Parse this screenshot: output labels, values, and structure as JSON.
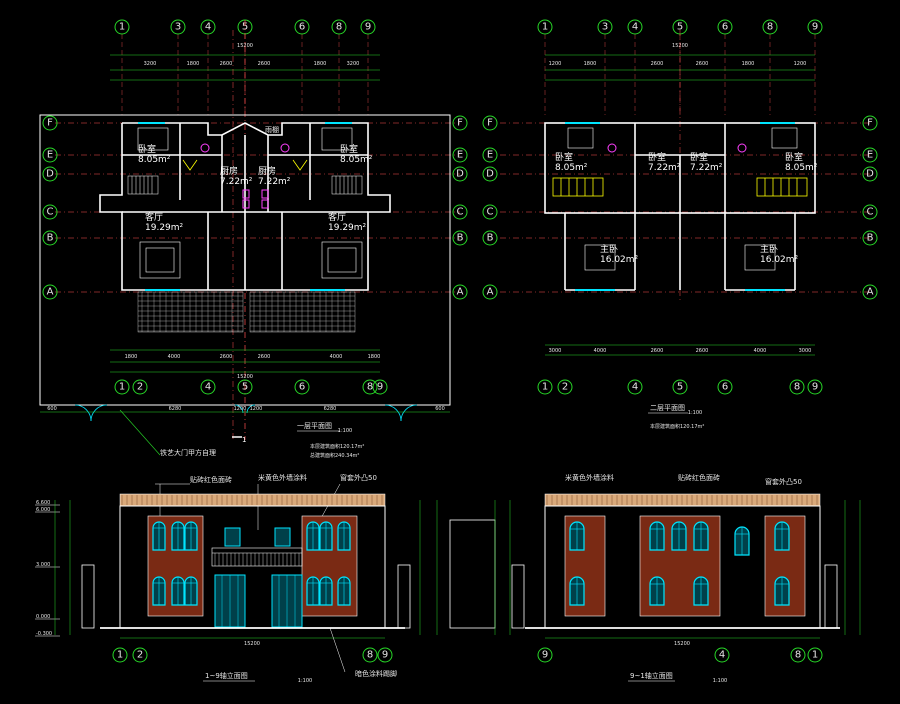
{
  "drawing": {
    "plan1": {
      "title": "一层平面图",
      "scale": "1:100",
      "area_1": "本层建筑面积120.17m²",
      "area_2": "总建筑面积240.34m²",
      "top_total": "15200",
      "top_dims": [
        "3200",
        "1800",
        "2600",
        "2600",
        "1800",
        "3200"
      ],
      "bottom_dims": [
        "1800",
        "4000",
        "2600",
        "2600",
        "4000",
        "1800"
      ],
      "bottom_total": "15200",
      "gate_dims": [
        "600",
        "6280",
        "1200",
        "1200",
        "6280",
        "600"
      ],
      "gate_note": "铁艺大门甲方自理",
      "axes_top": [
        "1",
        "3",
        "4",
        "5",
        "6",
        "8",
        "9"
      ],
      "axes_bottom": [
        "1",
        "2",
        "4",
        "5",
        "6",
        "8",
        "9"
      ],
      "rows": [
        "F",
        "E",
        "D",
        "C",
        "B",
        "A"
      ],
      "rooms": [
        {
          "name": "卧室",
          "area": "8.05m²"
        },
        {
          "name": "厨房",
          "area": "7.22m²"
        },
        {
          "name": "厨房",
          "area": "7.22m²"
        },
        {
          "name": "卧室",
          "area": "8.05m²"
        },
        {
          "name": "客厅",
          "area": "19.29m²"
        },
        {
          "name": "客厅",
          "area": "19.29m²"
        }
      ],
      "door_label": "雨棚"
    },
    "plan2": {
      "title": "二层平面图",
      "scale": "1:100",
      "area_1": "本层建筑面积120.17m²",
      "top_total": "15200",
      "top_dims": [
        "1200",
        "1800",
        "2600",
        "2600",
        "1800",
        "1200"
      ],
      "bottom_dims": [
        "3000",
        "4000",
        "2600",
        "2600",
        "4000",
        "3000"
      ],
      "axes_top": [
        "1",
        "3",
        "4",
        "5",
        "6",
        "8",
        "9"
      ],
      "axes_bottom": [
        "1",
        "2",
        "4",
        "5",
        "6",
        "8",
        "9"
      ],
      "rows": [
        "F",
        "E",
        "D",
        "C",
        "B",
        "A"
      ],
      "rooms": [
        {
          "name": "卧室",
          "area": "8.05m²"
        },
        {
          "name": "卧室",
          "area": "7.22m²"
        },
        {
          "name": "卧室",
          "area": "7.22m²"
        },
        {
          "name": "卧室",
          "area": "8.05m²"
        },
        {
          "name": "主卧",
          "area": "16.02m²"
        },
        {
          "name": "主卧",
          "area": "16.02m²"
        }
      ]
    },
    "elev1": {
      "title": "1~9轴立面图",
      "scale": "1:100",
      "note_top_left": "贴砖红色面砖",
      "note_top_mid": "米黄色外墙涂料",
      "note_top_right": "窗套外凸50",
      "note_bottom": "暗色涂料踢脚",
      "total": "15200",
      "levels": [
        "6.600",
        "6.000",
        "3.000",
        "0.000",
        "-0.300"
      ],
      "axes": [
        "1",
        "2",
        "8",
        "9"
      ]
    },
    "elev2": {
      "title": "9~1轴立面图",
      "scale": "1:100",
      "note_top_left": "米黄色外墙涂料",
      "note_top_mid": "贴砖红色面砖",
      "note_top_right": "窗套外凸50",
      "total": "15200",
      "axes": [
        "9",
        "8",
        "4",
        "1"
      ]
    },
    "colors": {
      "background": "#000000",
      "axis_green": "#27d627",
      "wall_white": "#ffffff",
      "window_cyan": "#00e5ff",
      "brick_red": "#7a2a14",
      "cornice": "#d9a97a",
      "pink": "#ff40ff",
      "yellow": "#ffff00"
    }
  }
}
